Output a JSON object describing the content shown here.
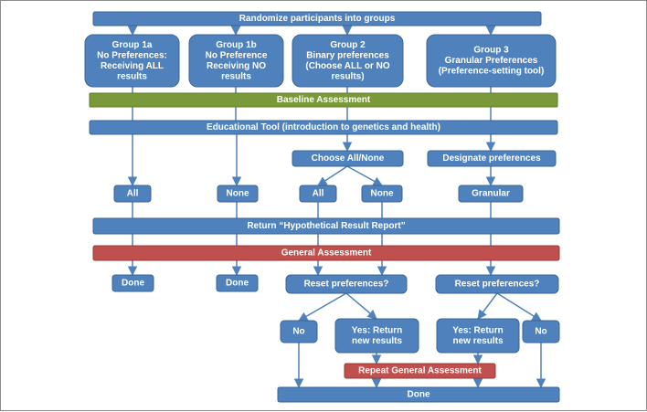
{
  "diagram": {
    "colors": {
      "box": "#4f81bd",
      "box_stroke": "#3a6596",
      "baseline": "#7a9a3a",
      "baseline_stroke": "#5e7a28",
      "assessment": "#c0504d",
      "assessment_stroke": "#953a37",
      "arrow": "#4f81bd",
      "text": "#ffffff"
    },
    "nodes": {
      "randomize": "Randomize participants into groups",
      "group1a": [
        "Group 1a",
        "No Preferences:",
        "Receiving ALL",
        "results"
      ],
      "group1b": [
        "Group 1b",
        "No Preference",
        "Receiving NO",
        "results"
      ],
      "group2": [
        "Group 2",
        "Binary preferences",
        "(Choose ALL or NO",
        "results)"
      ],
      "group3": [
        "Group 3",
        "Granular Preferences",
        "(Preference-setting tool)"
      ],
      "baseline": "Baseline Assessment",
      "educational": "Educational Tool (introduction to genetics and health)",
      "choose_all_none": "Choose All/None",
      "designate": "Designate preferences",
      "all_1a": "All",
      "none_1b": "None",
      "all_2": "All",
      "none_2": "None",
      "granular": "Granular",
      "return_report": "Return “Hypothetical Result Report”",
      "general_assessment": "General Assessment",
      "done_1a": "Done",
      "done_1b": "Done",
      "reset_2": "Reset preferences?",
      "reset_3": "Reset preferences?",
      "no_2": "No",
      "yes_2": [
        "Yes: Return",
        "new results"
      ],
      "yes_3": [
        "Yes: Return",
        "new results"
      ],
      "no_3": "No",
      "repeat_assessment": "Repeat General Assessment",
      "done_final": "Done"
    }
  }
}
